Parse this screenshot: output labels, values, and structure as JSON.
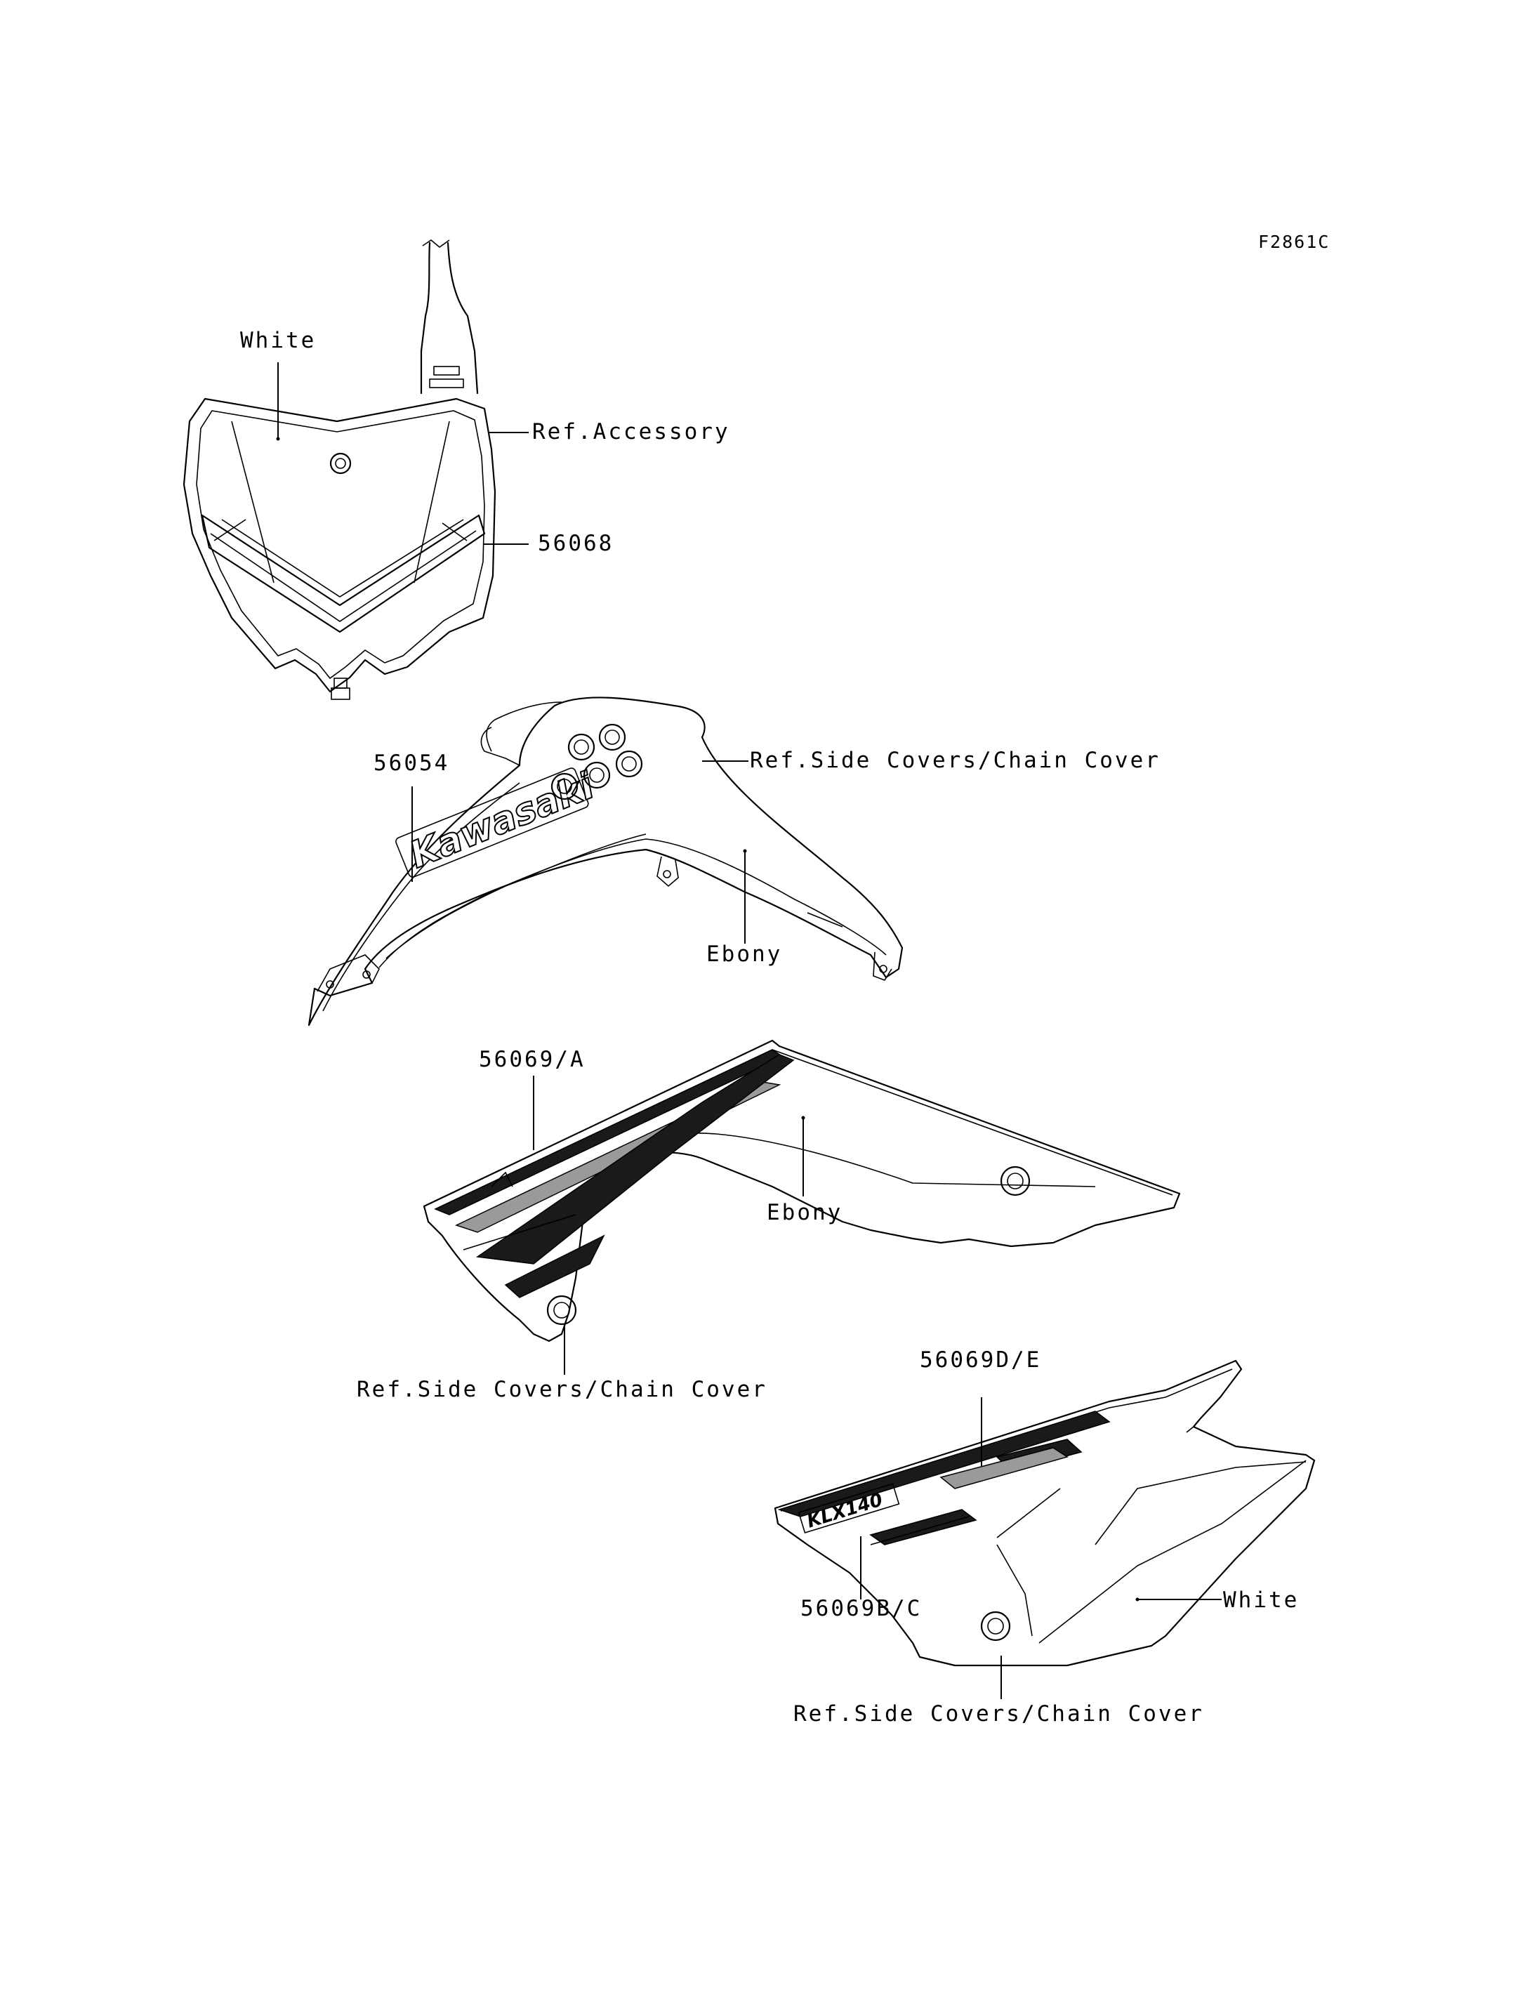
{
  "figure_code": "F2861C",
  "labels": {
    "number_plate_color": "White",
    "ref_accessory": "Ref.Accessory",
    "part_56068": "56068",
    "part_56054": "56054",
    "ref_side_covers_1": "Ref.Side Covers/Chain Cover",
    "shroud_color": "Ebony",
    "part_56069a": "56069/A",
    "cover_color": "Ebony",
    "ref_side_covers_2": "Ref.Side Covers/Chain Cover",
    "part_56069de": "56069D/E",
    "part_56069bc": "56069B/C",
    "side_cover_color": "White",
    "ref_side_covers_3": "Ref.Side Covers/Chain Cover"
  },
  "decal_text": {
    "brand": "Kawasaki",
    "model": "KLX140"
  }
}
